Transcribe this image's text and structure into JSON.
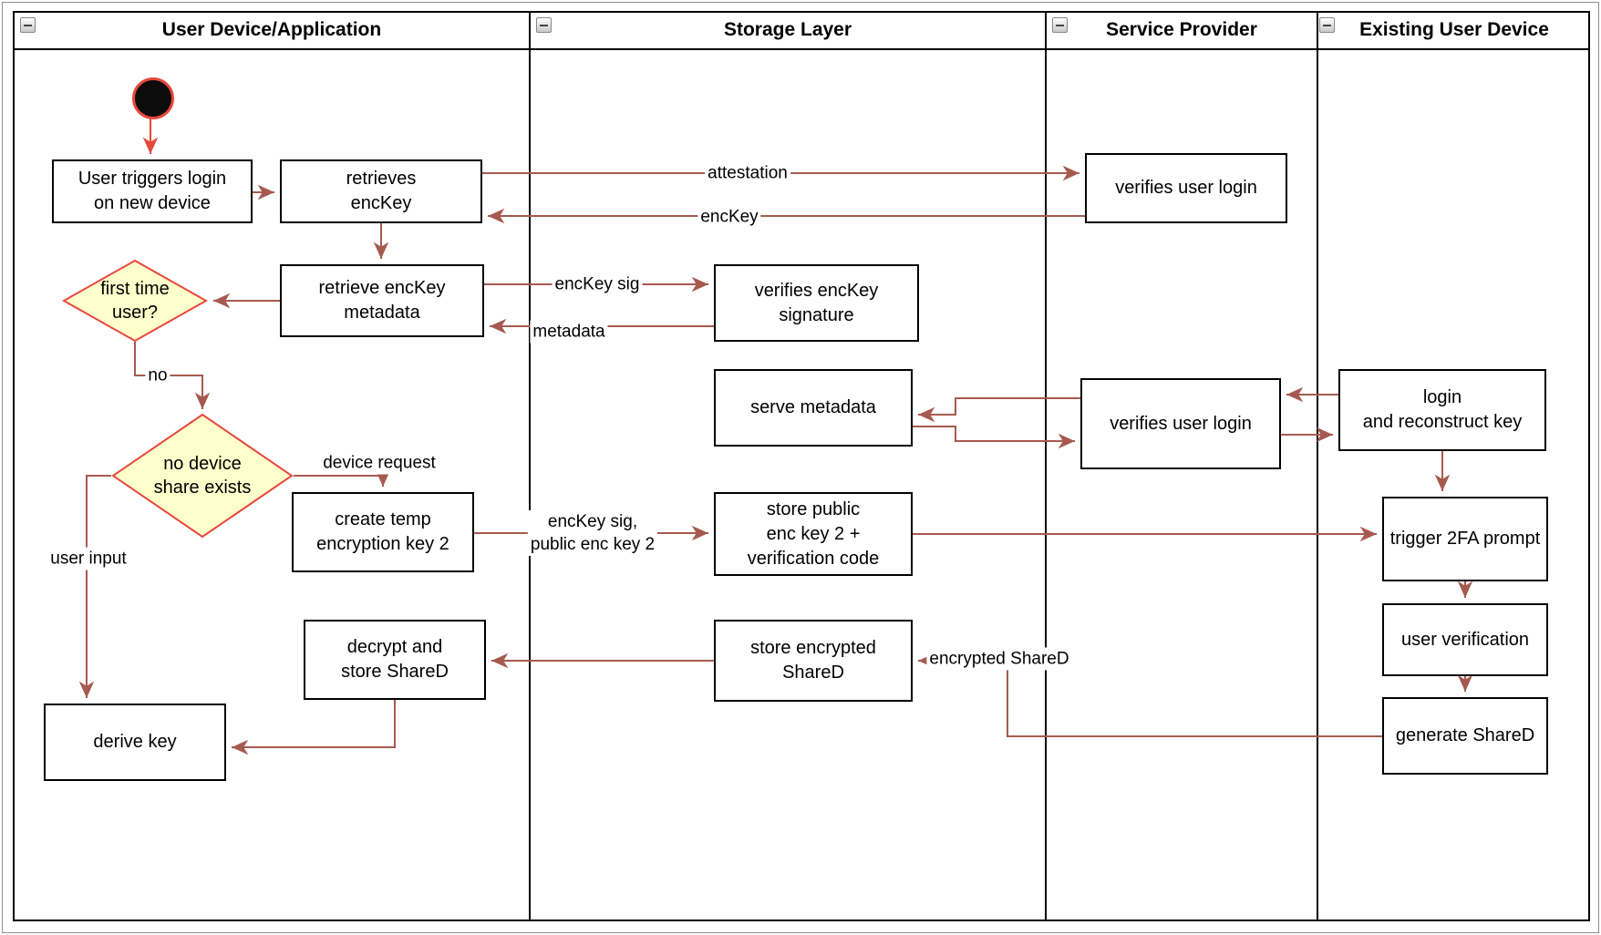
{
  "lanes": [
    "User Device/Application",
    "Storage Layer",
    "Service Provider",
    "Existing User Device"
  ],
  "nodes": {
    "user_triggers_login": "User triggers login\non new device",
    "retrieves_enckey": "retrieves\nencKey",
    "verifies_user_login_1": "verifies user login",
    "retrieve_enckey_metadata": "retrieve encKey\nmetadata",
    "verifies_enckey_signature": "verifies encKey\nsignature",
    "first_time_user": "first time\nuser?",
    "serve_metadata": "serve metadata",
    "verifies_user_login_2": "verifies user login",
    "login_and_reconstruct": "login\nand reconstruct key",
    "no_device_share_exists": "no device\nshare exists",
    "create_temp_key": "create temp\nencryption key 2",
    "store_public_key": "store public\nenc key 2 +\nverification code",
    "trigger_2fa": "trigger 2FA prompt",
    "user_verification": "user verification",
    "generate_shared": "generate ShareD",
    "store_encrypted_shared": "store encrypted\nShareD",
    "decrypt_store_shared": "decrypt and\nstore ShareD",
    "derive_key": "derive key"
  },
  "edge_labels": {
    "attestation": "attestation",
    "enckey": "encKey",
    "enckey_sig": "encKey sig",
    "metadata": "metadata",
    "no": "no",
    "device_request": "device request",
    "enckey_sig_pub": "encKey sig,\npublic enc key 2",
    "user_input": "user input",
    "encrypted_shared": "encrypted ShareD"
  },
  "colors": {
    "arrow": "#a65a4f",
    "accent_red": "#e8473b",
    "decision_fill": "#ffffcc",
    "shape_border": "#000000"
  }
}
